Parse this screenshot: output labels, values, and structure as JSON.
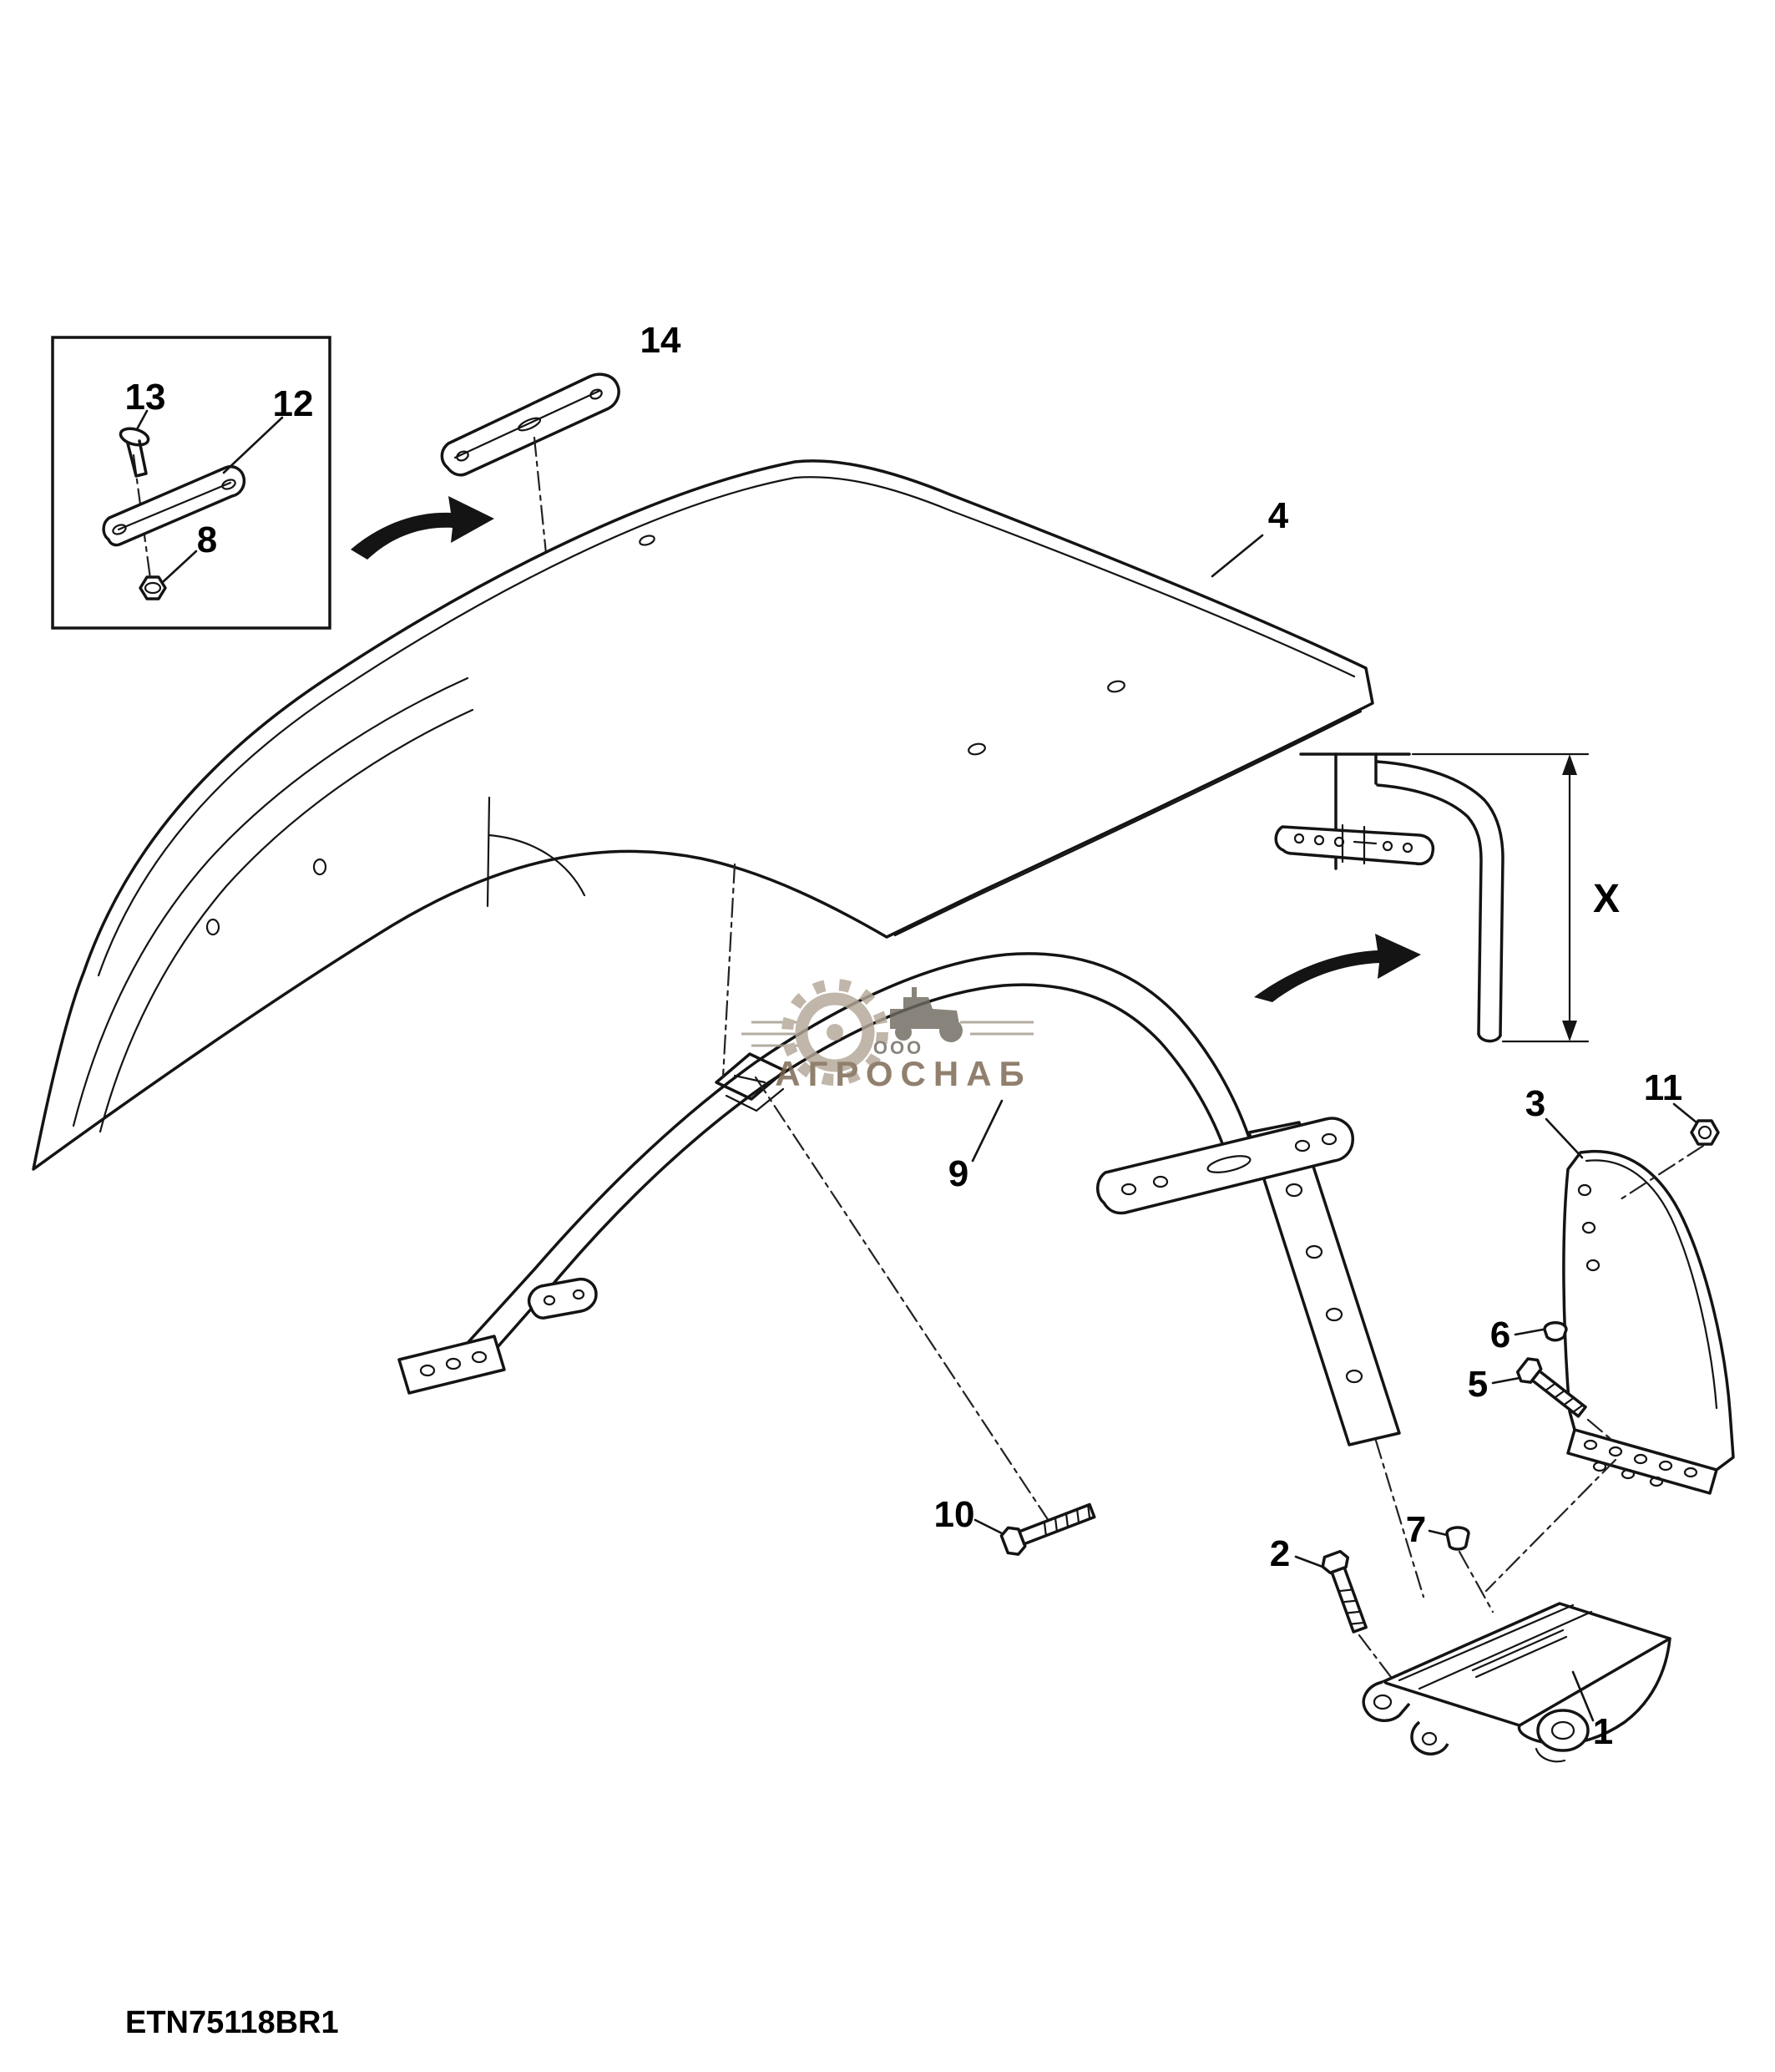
{
  "figure": {
    "drawing_code": "ETN75118BR1",
    "dimension_label": "X",
    "line_color": "#141414",
    "watermark": {
      "org_form": "ООО",
      "name": "АГРОСНАБ",
      "color": "#7a654e"
    },
    "callouts": {
      "c1": "1",
      "c2": "2",
      "c3": "3",
      "c4": "4",
      "c5": "5",
      "c6": "6",
      "c7": "7",
      "c8": "8",
      "c9": "9",
      "c10": "10",
      "c11": "11",
      "c12": "12",
      "c13": "13",
      "c14": "14"
    }
  }
}
